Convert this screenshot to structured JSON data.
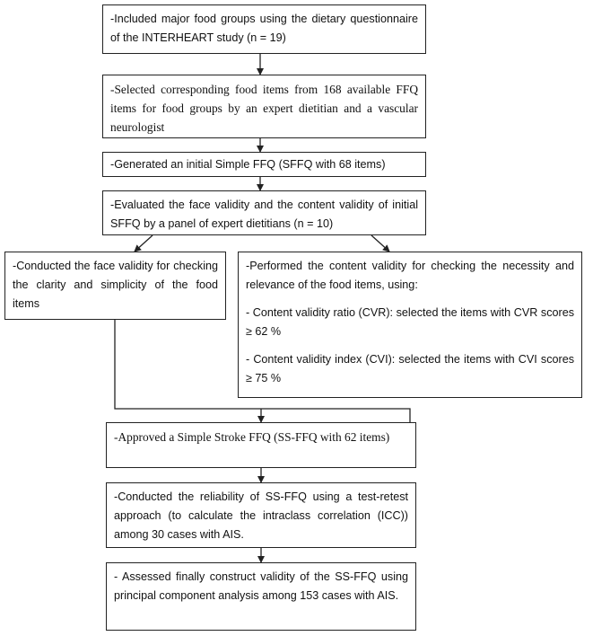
{
  "steps": [
    {
      "id": "step1",
      "text": "-Included major food groups using the dietary questionnaire of the INTERHEART study (n = 19)"
    },
    {
      "id": "step2",
      "text": "-Selected corresponding food items from 168 available FFQ items for food groups by an expert dietitian and a vascular neurologist"
    },
    {
      "id": "step3",
      "text": "-Generated an initial Simple FFQ (SFFQ with 68 items)"
    },
    {
      "id": "step4",
      "text": "-Evaluated the face validity and the content validity of initial SFFQ by a panel of expert dietitians (n = 10)"
    },
    {
      "id": "step5a",
      "text": "-Conducted the face validity for checking the clarity and simplicity of the food items"
    },
    {
      "id": "step5b",
      "text": "-Performed the content validity for checking the necessity and relevance of the food items, using:",
      "bullets": [
        "- Content validity ratio (CVR): selected the items with CVR scores ≥ 62 %",
        "- Content validity index (CVI): selected the items with CVI scores ≥ 75 %"
      ]
    },
    {
      "id": "step6",
      "text": "-Approved a Simple Stroke FFQ (SS-FFQ with 62 items)"
    },
    {
      "id": "step7",
      "text": "-Conducted the reliability of SS-FFQ using a test-retest approach (to calculate the intraclass correlation (ICC)) among 30 cases with AIS."
    },
    {
      "id": "step8",
      "text": "- Assessed finally construct validity of the SS-FFQ using principal component analysis among 153 cases with AIS."
    }
  ]
}
